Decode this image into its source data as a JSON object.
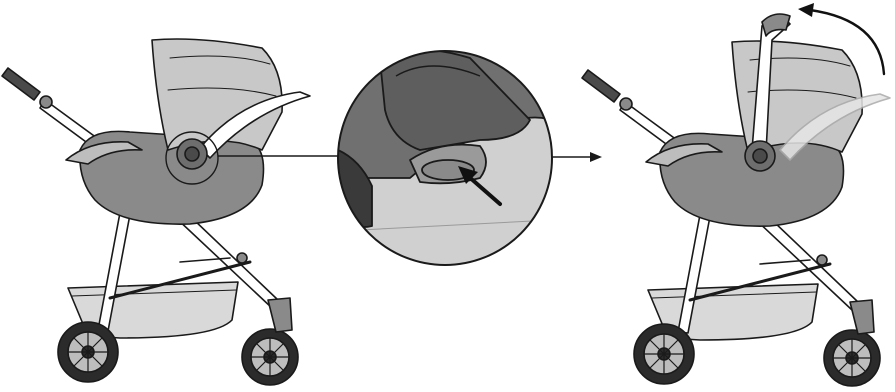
{
  "figure": {
    "panels": [
      {
        "name": "stroller-with-car-seat-before",
        "icons": [
          "stroller-icon",
          "infant-car-seat-icon",
          "release-button-icon"
        ]
      },
      {
        "name": "detail-magnifier",
        "icons": [
          "release-button-icon",
          "press-arrow-icon"
        ]
      },
      {
        "name": "stroller-with-car-seat-after",
        "icons": [
          "stroller-icon",
          "infant-car-seat-icon",
          "rotate-handle-arrow-icon"
        ]
      }
    ],
    "colors": {
      "line": "#1a1a1a",
      "canopy": "#c8c8c8",
      "seat_shell": "#8a8a8a",
      "seat_dark": "#6e6e6e",
      "frame": "#ffffff",
      "basket": "#d9d9d9",
      "wheel": "#2b2b2b",
      "magnifier_bg": "#d0d0d0",
      "magnifier_dark": "#707070",
      "ghost_handle": "#e6e6e6"
    }
  }
}
